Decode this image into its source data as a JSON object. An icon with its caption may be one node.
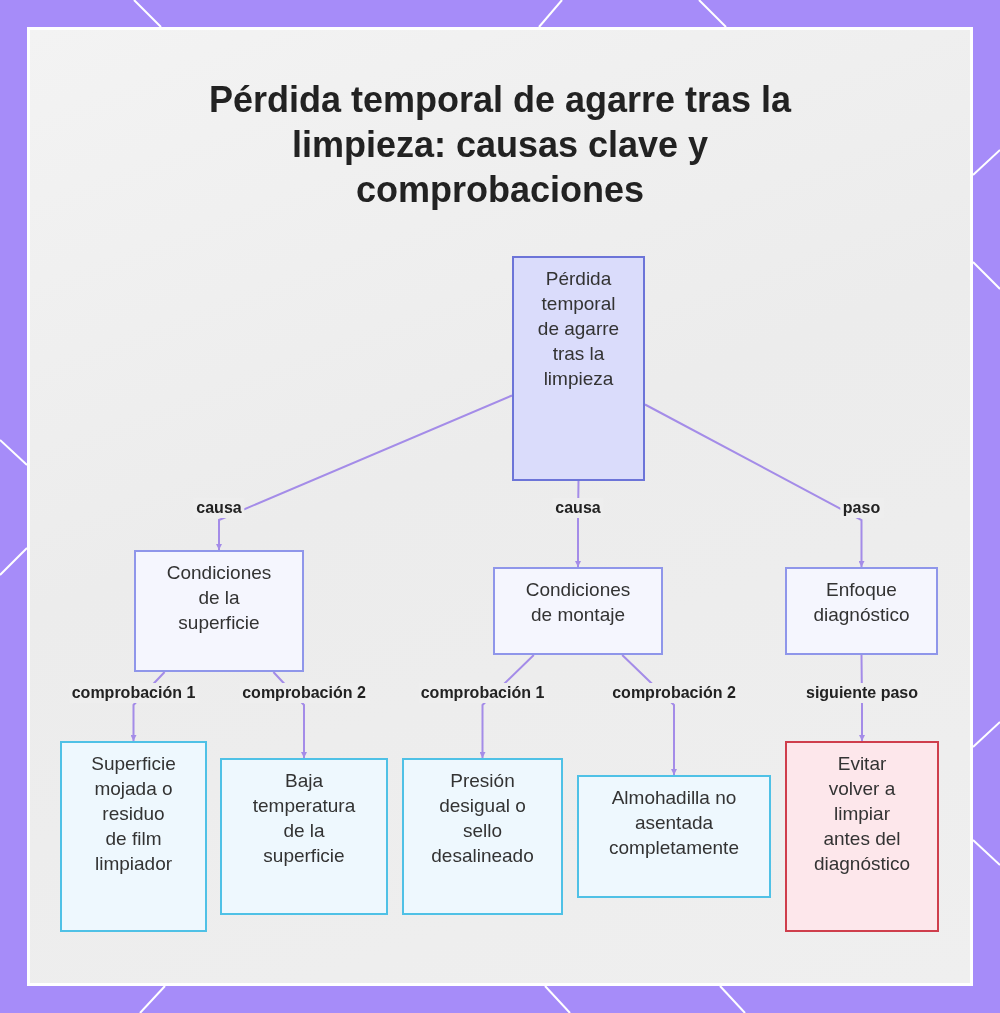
{
  "diagram": {
    "title": "Pérdida temporal de agarre tras la limpieza: causas clave y comprobaciones",
    "nodes": [
      {
        "text": [
          "Pérdida temporal de agarre tras la limpieza"
        ]
      },
      {
        "text": [
          "Condiciones de la superficie"
        ]
      },
      {
        "text": [
          "Condiciones de montaje"
        ]
      },
      {
        "text": [
          "Enfoque diagnóstico"
        ]
      },
      {
        "text": [
          "Superficie mojada o residuo de film limpiador"
        ]
      },
      {
        "text": [
          "Baja temperatura de la superficie"
        ]
      },
      {
        "text": [
          "Presión desigual o sello desalineado"
        ]
      },
      {
        "text": [
          "Almohadilla no asentada completamente"
        ]
      },
      {
        "text": [
          "Evitar volver a limpiar antes del diagnóstico"
        ]
      }
    ],
    "edges": [
      {
        "from": 0,
        "to": 1,
        "arrow": "to",
        "label": "causa"
      },
      {
        "from": 0,
        "to": 2,
        "arrow": "to",
        "label": "causa"
      },
      {
        "from": 0,
        "to": 3,
        "arrow": "to",
        "label": "paso"
      },
      {
        "from": 1,
        "to": 4,
        "arrow": "to",
        "label": "comprobación 1"
      },
      {
        "from": 1,
        "to": 5,
        "arrow": "to",
        "label": "comprobación 2"
      },
      {
        "from": 2,
        "to": 6,
        "arrow": "to",
        "label": "comprobación 1"
      },
      {
        "from": 2,
        "to": 7,
        "arrow": "to",
        "label": "comprobación 2"
      },
      {
        "from": 3,
        "to": 8,
        "arrow": "to",
        "label": "siguiente paso"
      }
    ]
  }
}
